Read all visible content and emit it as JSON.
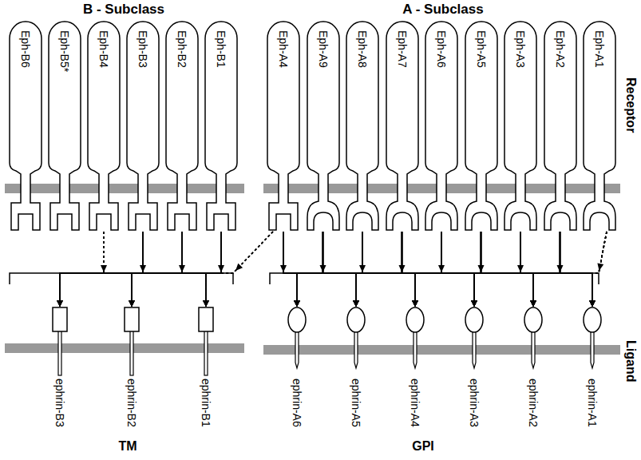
{
  "diagram": {
    "nodes": [
      {
        "text": [
          "Eph-B6"
        ]
      },
      {
        "text": [
          "Eph-B5*"
        ]
      },
      {
        "text": [
          "Eph-B4"
        ]
      },
      {
        "text": [
          "Eph-B3"
        ]
      },
      {
        "text": [
          "Eph-B2"
        ]
      },
      {
        "text": [
          "Eph-B1"
        ]
      },
      {
        "text": [
          "Eph-A4"
        ]
      },
      {
        "text": [
          "Eph-A9"
        ]
      },
      {
        "text": [
          "Eph-A8"
        ]
      },
      {
        "text": [
          "Eph-A7"
        ]
      },
      {
        "text": [
          "Eph-A6"
        ]
      },
      {
        "text": [
          "Eph-A5"
        ]
      },
      {
        "text": [
          "Eph-A3"
        ]
      },
      {
        "text": [
          "Eph-A2"
        ]
      },
      {
        "text": [
          "Eph-A1"
        ]
      },
      {
        "text": [
          "ephrin-B3"
        ]
      },
      {
        "text": [
          "ephrin-B2"
        ]
      },
      {
        "text": [
          "ephrin-B1"
        ]
      },
      {
        "text": [
          "ephrin-A6"
        ]
      },
      {
        "text": [
          "ephrin-A5"
        ]
      },
      {
        "text": [
          "ephrin-A4"
        ]
      },
      {
        "text": [
          "ephrin-A3"
        ]
      },
      {
        "text": [
          "ephrin-A2"
        ]
      },
      {
        "text": [
          "ephrin-A1"
        ]
      }
    ],
    "edges": [
      {
        "from": 2,
        "to": 15,
        "arrow": "to"
      },
      {
        "from": 2,
        "to": 16,
        "arrow": "to"
      },
      {
        "from": 2,
        "to": 17,
        "arrow": "to"
      },
      {
        "from": 3,
        "to": 15,
        "arrow": "to"
      },
      {
        "from": 3,
        "to": 16,
        "arrow": "to"
      },
      {
        "from": 3,
        "to": 17,
        "arrow": "to"
      },
      {
        "from": 4,
        "to": 15,
        "arrow": "to"
      },
      {
        "from": 4,
        "to": 16,
        "arrow": "to"
      },
      {
        "from": 4,
        "to": 17,
        "arrow": "to"
      },
      {
        "from": 5,
        "to": 15,
        "arrow": "to"
      },
      {
        "from": 5,
        "to": 16,
        "arrow": "to"
      },
      {
        "from": 5,
        "to": 17,
        "arrow": "to"
      },
      {
        "from": 6,
        "to": 15,
        "arrow": "to"
      },
      {
        "from": 6,
        "to": 16,
        "arrow": "to"
      },
      {
        "from": 6,
        "to": 17,
        "arrow": "to"
      },
      {
        "from": 6,
        "to": 18,
        "arrow": "to"
      },
      {
        "from": 6,
        "to": 19,
        "arrow": "to"
      },
      {
        "from": 6,
        "to": 20,
        "arrow": "to"
      },
      {
        "from": 6,
        "to": 21,
        "arrow": "to"
      },
      {
        "from": 6,
        "to": 22,
        "arrow": "to"
      },
      {
        "from": 6,
        "to": 23,
        "arrow": "to"
      },
      {
        "from": 7,
        "to": 18,
        "arrow": "to"
      },
      {
        "from": 7,
        "to": 19,
        "arrow": "to"
      },
      {
        "from": 7,
        "to": 20,
        "arrow": "to"
      },
      {
        "from": 7,
        "to": 21,
        "arrow": "to"
      },
      {
        "from": 7,
        "to": 22,
        "arrow": "to"
      },
      {
        "from": 7,
        "to": 23,
        "arrow": "to"
      },
      {
        "from": 8,
        "to": 18,
        "arrow": "to"
      },
      {
        "from": 8,
        "to": 19,
        "arrow": "to"
      },
      {
        "from": 8,
        "to": 20,
        "arrow": "to"
      },
      {
        "from": 8,
        "to": 21,
        "arrow": "to"
      },
      {
        "from": 8,
        "to": 22,
        "arrow": "to"
      },
      {
        "from": 8,
        "to": 23,
        "arrow": "to"
      },
      {
        "from": 9,
        "to": 18,
        "arrow": "to"
      },
      {
        "from": 9,
        "to": 19,
        "arrow": "to"
      },
      {
        "from": 9,
        "to": 20,
        "arrow": "to"
      },
      {
        "from": 9,
        "to": 21,
        "arrow": "to"
      },
      {
        "from": 9,
        "to": 22,
        "arrow": "to"
      },
      {
        "from": 9,
        "to": 23,
        "arrow": "to"
      },
      {
        "from": 10,
        "to": 18,
        "arrow": "to"
      },
      {
        "from": 10,
        "to": 19,
        "arrow": "to"
      },
      {
        "from": 10,
        "to": 20,
        "arrow": "to"
      },
      {
        "from": 10,
        "to": 21,
        "arrow": "to"
      },
      {
        "from": 10,
        "to": 22,
        "arrow": "to"
      },
      {
        "from": 10,
        "to": 23,
        "arrow": "to"
      },
      {
        "from": 11,
        "to": 18,
        "arrow": "to"
      },
      {
        "from": 11,
        "to": 19,
        "arrow": "to"
      },
      {
        "from": 11,
        "to": 20,
        "arrow": "to"
      },
      {
        "from": 11,
        "to": 21,
        "arrow": "to"
      },
      {
        "from": 11,
        "to": 22,
        "arrow": "to"
      },
      {
        "from": 11,
        "to": 23,
        "arrow": "to"
      },
      {
        "from": 12,
        "to": 18,
        "arrow": "to"
      },
      {
        "from": 12,
        "to": 19,
        "arrow": "to"
      },
      {
        "from": 12,
        "to": 20,
        "arrow": "to"
      },
      {
        "from": 12,
        "to": 21,
        "arrow": "to"
      },
      {
        "from": 12,
        "to": 22,
        "arrow": "to"
      },
      {
        "from": 12,
        "to": 23,
        "arrow": "to"
      },
      {
        "from": 13,
        "to": 18,
        "arrow": "to"
      },
      {
        "from": 13,
        "to": 19,
        "arrow": "to"
      },
      {
        "from": 13,
        "to": 20,
        "arrow": "to"
      },
      {
        "from": 13,
        "to": 21,
        "arrow": "to"
      },
      {
        "from": 13,
        "to": 22,
        "arrow": "to"
      },
      {
        "from": 13,
        "to": 23,
        "arrow": "to"
      },
      {
        "from": 14,
        "to": 18,
        "arrow": "to"
      },
      {
        "from": 14,
        "to": 19,
        "arrow": "to"
      },
      {
        "from": 14,
        "to": 20,
        "arrow": "to"
      },
      {
        "from": 14,
        "to": 21,
        "arrow": "to"
      },
      {
        "from": 14,
        "to": 22,
        "arrow": "to"
      },
      {
        "from": 14,
        "to": 23,
        "arrow": "to"
      }
    ],
    "labels": [
      "B - Subclass",
      "A - Subclass",
      "Receptor",
      "Ligand",
      "TM",
      "GPI"
    ]
  }
}
